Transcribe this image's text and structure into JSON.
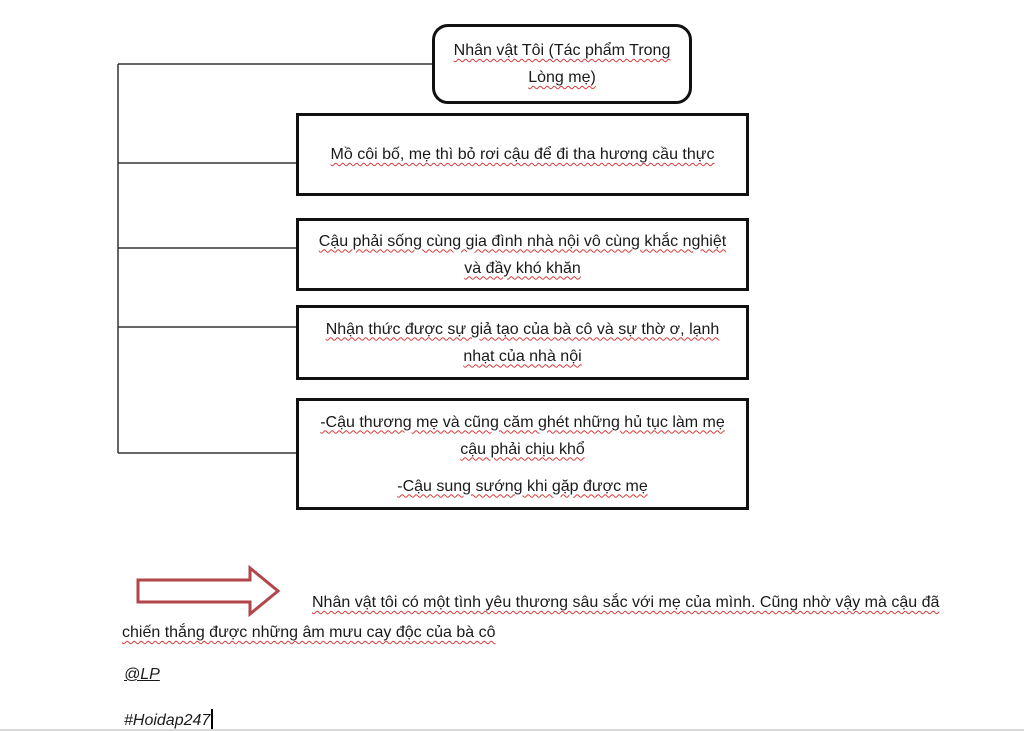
{
  "diagram": {
    "root": {
      "label": "Nhân vật Tôi (Tác phẩm Trong Lòng mẹ)"
    },
    "branches": [
      {
        "label": "Mồ côi bố, mẹ thì bỏ rơi cậu để đi tha hương cầu thực"
      },
      {
        "label": "Cậu phải sống cùng gia đình nhà nội vô cùng khắc nghiệt và đầy khó khăn"
      },
      {
        "label": "Nhận thức được sự giả tạo của bà cô và sự thờ ơ, lạnh nhạt của nhà nội"
      },
      {
        "line1": "-Cậu thương mẹ và cũng căm ghét những hủ tục làm mẹ cậu phải chịu khổ",
        "line2": "-Cậu sung sướng khi gặp được mẹ"
      }
    ]
  },
  "conclusion": {
    "text": "Nhân vật tôi có một tình yêu thương sâu sắc với mẹ của mình. Cũng nhờ vậy mà cậu đã chiến thắng được những âm mưu cay độc của bà cô"
  },
  "signature": {
    "author": "@LP",
    "hashtag": "#Hoidap247"
  },
  "colors": {
    "arrow_stroke": "#b0464a",
    "spell_underline": "#d43c3c"
  }
}
